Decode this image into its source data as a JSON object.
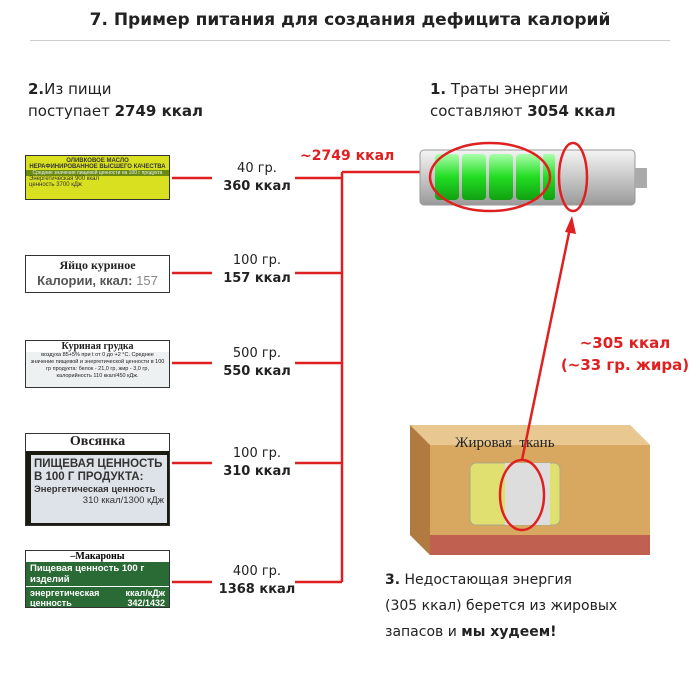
{
  "title": "7. Пример питания для создания дефицита калорий",
  "intake": {
    "num": "2.",
    "line1": "Из пищи",
    "line2": "поступает ",
    "value": "2749 ккал"
  },
  "spend": {
    "num": "1.",
    "line1": " Траты энергии",
    "line2": "составляют ",
    "value": "3054 ккал"
  },
  "total_label": "~2749 ккал",
  "deficit": {
    "line1": "~305 ккал",
    "line2": "(~33 гр. жира)"
  },
  "foods": [
    {
      "name": "ОЛИВКОВОЕ МАСЛО",
      "sub": "НЕРАФИНИРОВАННОЕ ВЫСШЕГО КАЧЕСТВА",
      "l3": "Средние значения пищевой ценности на 100 г продукта",
      "l4": "Энергетическая 900 ккал",
      "l5": "ценность 3700 кДж",
      "amount": "40 гр.",
      "kcal": "360 ккал"
    },
    {
      "name": "Яйцо куриное",
      "l3": "Калории, ккал:",
      "l4": "157",
      "amount": "100 гр.",
      "kcal": "157 ккал"
    },
    {
      "name": "Куриная грудка",
      "l3": "воздуха 85+5% при t от 0 до +2 °С. Среднее значение пищевой и энергетической ценности в 100 гр продукта: белок - 21,0 гр, жир - 3,0 гр, калорийность 110 ккал/450 кДж.",
      "amount": "500 гр.",
      "kcal": "550 ккал"
    },
    {
      "name": "Овсянка",
      "l3": "ПИЩЕВАЯ ЦЕННОСТЬ В 100 Г ПРОДУКТА:",
      "l4": "Энергетическая ценность",
      "l5": "310 ккал/1300 кДж",
      "amount": "100 гр.",
      "kcal": "310 ккал"
    },
    {
      "name": "–Макароны",
      "l3": "Пищевая ценность 100 г изделий",
      "l4": "энергетическая ценность",
      "l5": "ккал/кДж 342/1432",
      "amount": "400 гр.",
      "kcal": "1368 ккал"
    }
  ],
  "fat_label": "Жировая  ткань",
  "bottom": {
    "num": "3.",
    "l1": " Недостающая энергия",
    "l2": "(305 ккал) берется из жировых",
    "l3": "запасов и ",
    "bold": "мы худеем!"
  },
  "colors": {
    "accent": "#e02020",
    "battery": "#22dd22"
  }
}
